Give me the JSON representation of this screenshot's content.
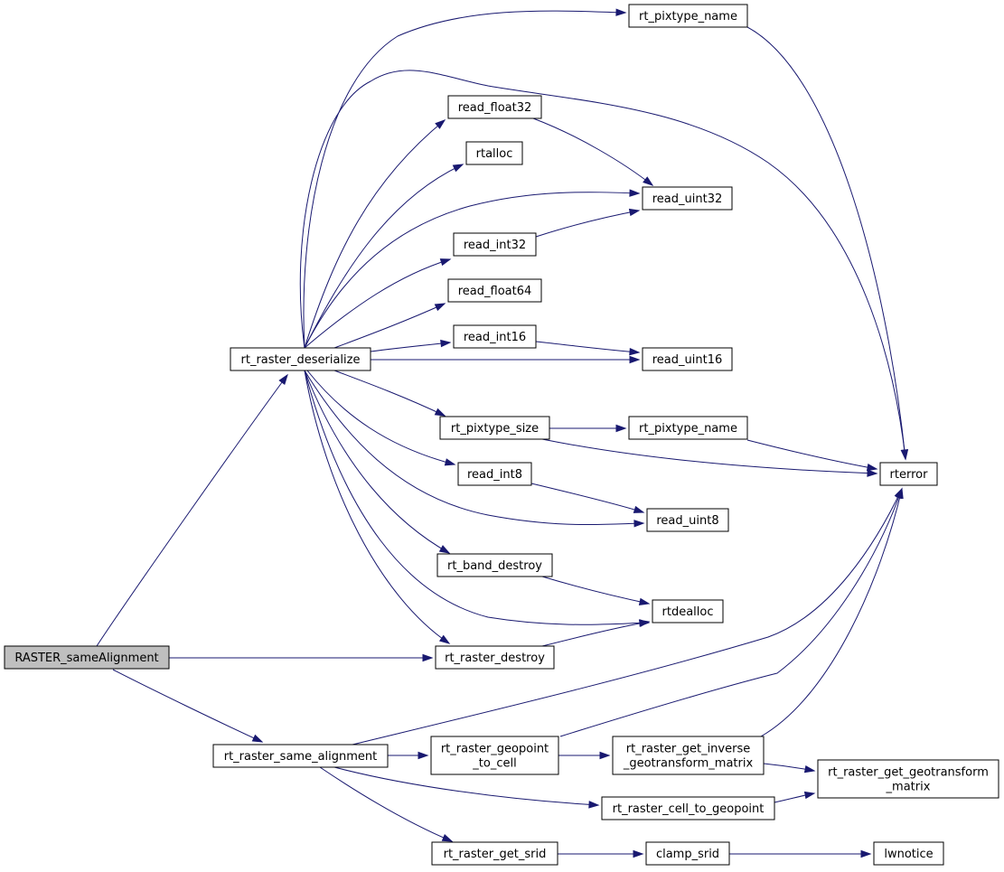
{
  "diagram": {
    "type": "call-graph",
    "edge_color": "#191970",
    "root_fill": "#bfbfbf",
    "nodes": [
      {
        "id": "raster_same_alignment",
        "lines": [
          "RASTER_sameAlignment"
        ],
        "root": true
      },
      {
        "id": "rt_raster_deserialize",
        "lines": [
          "rt_raster_deserialize"
        ]
      },
      {
        "id": "rt_raster_destroy",
        "lines": [
          "rt_raster_destroy"
        ]
      },
      {
        "id": "rt_raster_same_alignment",
        "lines": [
          "rt_raster_same_alignment"
        ]
      },
      {
        "id": "rt_pixtype_name_top",
        "lines": [
          "rt_pixtype_name"
        ]
      },
      {
        "id": "read_float32",
        "lines": [
          "read_float32"
        ]
      },
      {
        "id": "rtalloc",
        "lines": [
          "rtalloc"
        ]
      },
      {
        "id": "read_int32",
        "lines": [
          "read_int32"
        ]
      },
      {
        "id": "read_float64",
        "lines": [
          "read_float64"
        ]
      },
      {
        "id": "read_int16",
        "lines": [
          "read_int16"
        ]
      },
      {
        "id": "rt_pixtype_size",
        "lines": [
          "rt_pixtype_size"
        ]
      },
      {
        "id": "read_int8",
        "lines": [
          "read_int8"
        ]
      },
      {
        "id": "rt_band_destroy",
        "lines": [
          "rt_band_destroy"
        ]
      },
      {
        "id": "read_uint32",
        "lines": [
          "read_uint32"
        ]
      },
      {
        "id": "read_uint16",
        "lines": [
          "read_uint16"
        ]
      },
      {
        "id": "rt_pixtype_name_mid",
        "lines": [
          "rt_pixtype_name"
        ]
      },
      {
        "id": "read_uint8",
        "lines": [
          "read_uint8"
        ]
      },
      {
        "id": "rtdealloc",
        "lines": [
          "rtdealloc"
        ]
      },
      {
        "id": "rterror",
        "lines": [
          "rterror"
        ]
      },
      {
        "id": "rt_raster_geopoint_to_cell",
        "lines": [
          "rt_raster_geopoint",
          "_to_cell"
        ]
      },
      {
        "id": "rt_raster_get_inverse_geotransform_matrix",
        "lines": [
          "rt_raster_get_inverse",
          "_geotransform_matrix"
        ]
      },
      {
        "id": "rt_raster_get_geotransform_matrix",
        "lines": [
          "rt_raster_get_geotransform",
          "_matrix"
        ]
      },
      {
        "id": "rt_raster_cell_to_geopoint",
        "lines": [
          "rt_raster_cell_to_geopoint"
        ]
      },
      {
        "id": "rt_raster_get_srid",
        "lines": [
          "rt_raster_get_srid"
        ]
      },
      {
        "id": "clamp_srid",
        "lines": [
          "clamp_srid"
        ]
      },
      {
        "id": "lwnotice",
        "lines": [
          "lwnotice"
        ]
      }
    ],
    "edges": [
      {
        "from": "raster_same_alignment",
        "to": "rt_raster_deserialize"
      },
      {
        "from": "raster_same_alignment",
        "to": "rt_raster_destroy"
      },
      {
        "from": "raster_same_alignment",
        "to": "rt_raster_same_alignment"
      },
      {
        "from": "rt_raster_deserialize",
        "to": "rt_pixtype_name_top"
      },
      {
        "from": "rt_raster_deserialize",
        "to": "rterror"
      },
      {
        "from": "rt_raster_deserialize",
        "to": "read_float32"
      },
      {
        "from": "rt_raster_deserialize",
        "to": "rtalloc"
      },
      {
        "from": "rt_raster_deserialize",
        "to": "read_uint32"
      },
      {
        "from": "rt_raster_deserialize",
        "to": "read_int32"
      },
      {
        "from": "rt_raster_deserialize",
        "to": "read_float64"
      },
      {
        "from": "rt_raster_deserialize",
        "to": "read_int16"
      },
      {
        "from": "rt_raster_deserialize",
        "to": "read_uint16"
      },
      {
        "from": "rt_raster_deserialize",
        "to": "rt_pixtype_size"
      },
      {
        "from": "rt_raster_deserialize",
        "to": "read_int8"
      },
      {
        "from": "rt_raster_deserialize",
        "to": "read_uint8"
      },
      {
        "from": "rt_raster_deserialize",
        "to": "rt_band_destroy"
      },
      {
        "from": "rt_raster_deserialize",
        "to": "rtdealloc"
      },
      {
        "from": "rt_raster_deserialize",
        "to": "rt_raster_destroy"
      },
      {
        "from": "rt_pixtype_name_top",
        "to": "rterror"
      },
      {
        "from": "read_float32",
        "to": "read_uint32"
      },
      {
        "from": "read_int32",
        "to": "read_uint32"
      },
      {
        "from": "read_int16",
        "to": "read_uint16"
      },
      {
        "from": "rt_pixtype_size",
        "to": "rt_pixtype_name_mid"
      },
      {
        "from": "rt_pixtype_size",
        "to": "rterror"
      },
      {
        "from": "rt_pixtype_name_mid",
        "to": "rterror"
      },
      {
        "from": "read_int8",
        "to": "read_uint8"
      },
      {
        "from": "rt_band_destroy",
        "to": "rtdealloc"
      },
      {
        "from": "rt_raster_destroy",
        "to": "rtdealloc"
      },
      {
        "from": "rt_raster_same_alignment",
        "to": "rterror"
      },
      {
        "from": "rt_raster_same_alignment",
        "to": "rt_raster_geopoint_to_cell"
      },
      {
        "from": "rt_raster_same_alignment",
        "to": "rt_raster_cell_to_geopoint"
      },
      {
        "from": "rt_raster_same_alignment",
        "to": "rt_raster_get_srid"
      },
      {
        "from": "rt_raster_geopoint_to_cell",
        "to": "rterror"
      },
      {
        "from": "rt_raster_geopoint_to_cell",
        "to": "rt_raster_get_inverse_geotransform_matrix"
      },
      {
        "from": "rt_raster_get_inverse_geotransform_matrix",
        "to": "rterror"
      },
      {
        "from": "rt_raster_get_inverse_geotransform_matrix",
        "to": "rt_raster_get_geotransform_matrix"
      },
      {
        "from": "rt_raster_cell_to_geopoint",
        "to": "rt_raster_get_geotransform_matrix"
      },
      {
        "from": "rt_raster_get_srid",
        "to": "clamp_srid"
      },
      {
        "from": "clamp_srid",
        "to": "lwnotice"
      }
    ]
  }
}
